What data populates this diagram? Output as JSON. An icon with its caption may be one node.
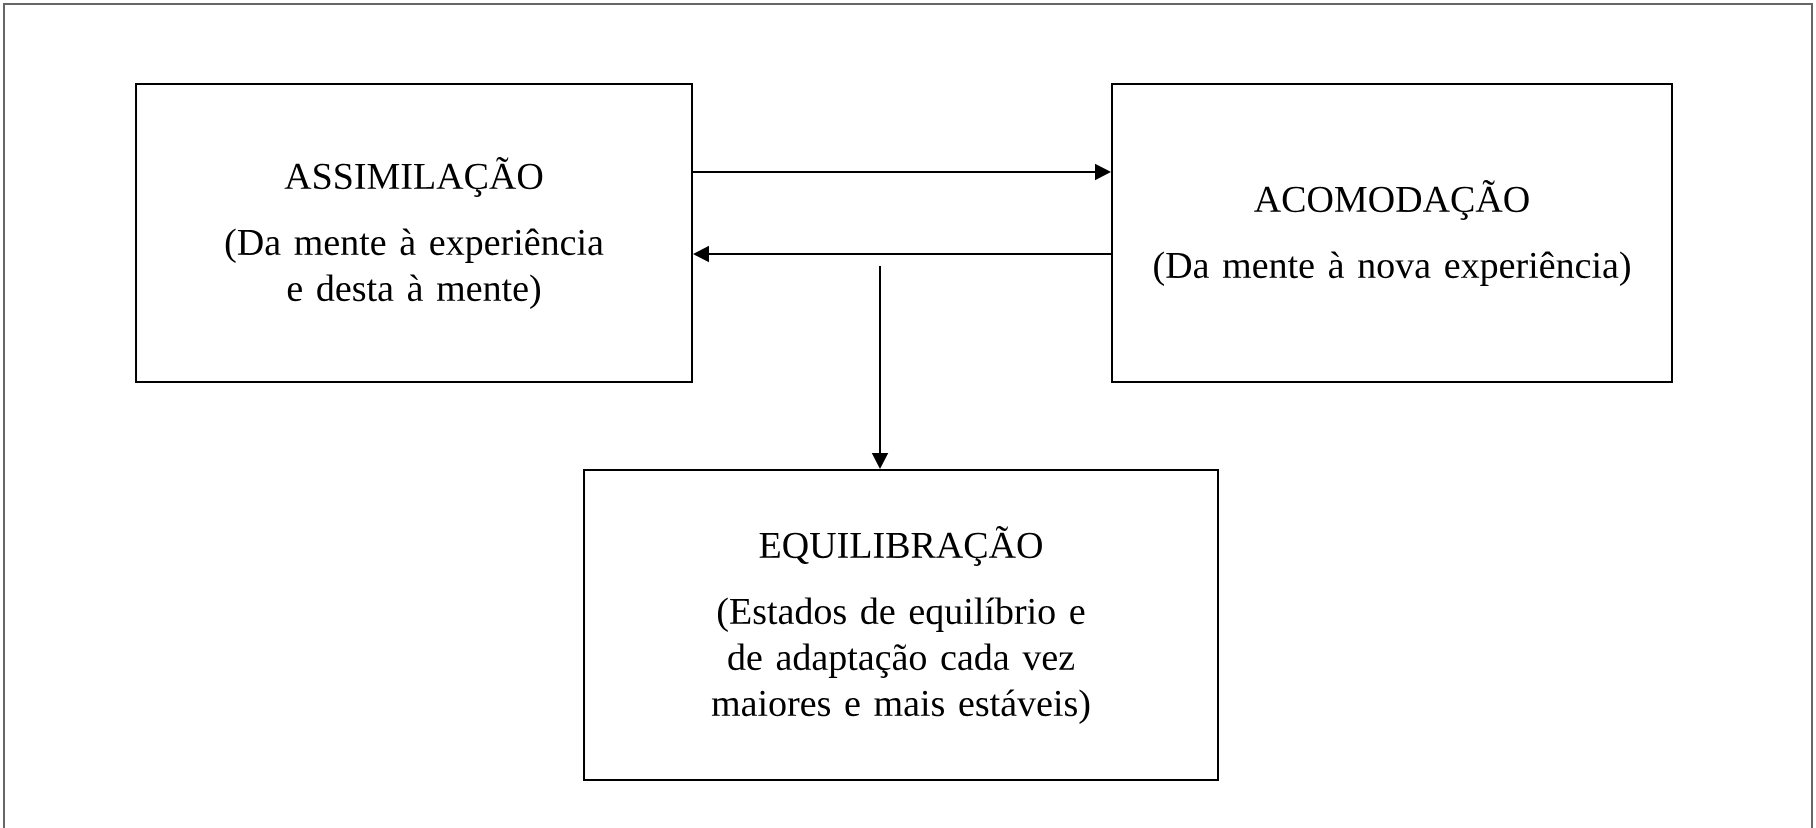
{
  "diagram": {
    "nodes": [
      {
        "text": [
          "ASSIMILAÇÃO",
          "(Da mente à experiência e desta à mente)"
        ]
      },
      {
        "text": [
          "ACOMODAÇÃO",
          "(Da mente à nova experiência)"
        ]
      },
      {
        "text": [
          "EQUILIBRAÇÃO",
          "(Estados de equilíbrio e de adaptação cada vez maiores e mais estáveis)"
        ]
      }
    ],
    "edges": [
      {
        "from": 0,
        "to": 1,
        "arrow": "to"
      },
      {
        "from": 1,
        "to": 0,
        "arrow": "to"
      },
      {
        "from": null,
        "to": 2,
        "arrow": "to"
      }
    ]
  }
}
